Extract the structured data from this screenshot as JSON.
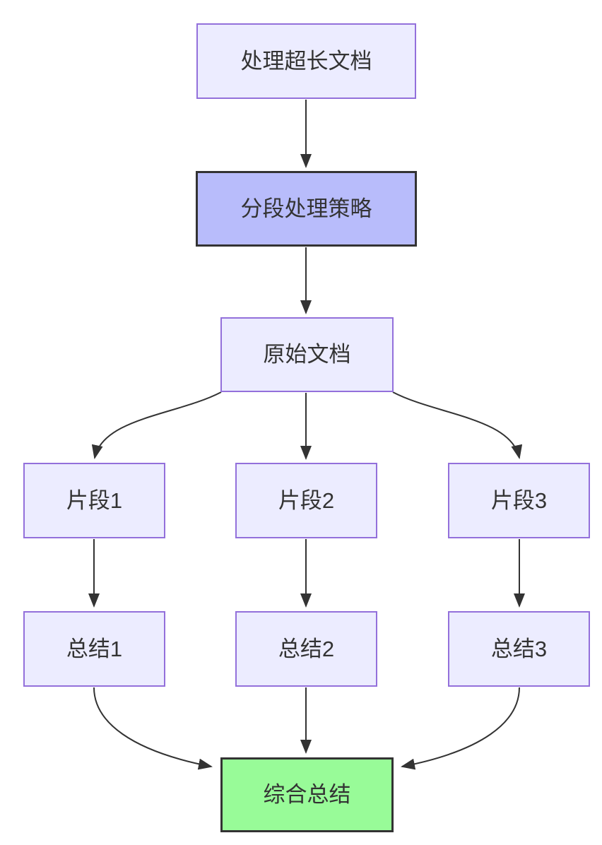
{
  "diagram": {
    "type": "flowchart",
    "direction": "top-to-bottom",
    "background_color": "#ffffff",
    "palette": {
      "default_node_fill": "#ECECFF",
      "default_node_border": "#9370DB",
      "strategy_node_fill": "#b8bcfb",
      "strategy_node_border": "#333333",
      "final_node_fill": "#98fb98",
      "final_node_border": "#333333",
      "edge_color": "#333333",
      "text_color": "#333333"
    },
    "nodes": [
      {
        "id": "A",
        "label": "处理超长文档",
        "style": "default"
      },
      {
        "id": "B",
        "label": "分段处理策略",
        "style": "highlight"
      },
      {
        "id": "C",
        "label": "原始文档",
        "style": "default"
      },
      {
        "id": "D1",
        "label": "片段1",
        "style": "default"
      },
      {
        "id": "D2",
        "label": "片段2",
        "style": "default"
      },
      {
        "id": "D3",
        "label": "片段3",
        "style": "default"
      },
      {
        "id": "E1",
        "label": "总结1",
        "style": "default"
      },
      {
        "id": "E2",
        "label": "总结2",
        "style": "default"
      },
      {
        "id": "E3",
        "label": "总结3",
        "style": "default"
      },
      {
        "id": "F",
        "label": "综合总结",
        "style": "result"
      }
    ],
    "edges": [
      {
        "from": "A",
        "to": "B"
      },
      {
        "from": "B",
        "to": "C"
      },
      {
        "from": "C",
        "to": "D1"
      },
      {
        "from": "C",
        "to": "D2"
      },
      {
        "from": "C",
        "to": "D3"
      },
      {
        "from": "D1",
        "to": "E1"
      },
      {
        "from": "D2",
        "to": "E2"
      },
      {
        "from": "D3",
        "to": "E3"
      },
      {
        "from": "E1",
        "to": "F"
      },
      {
        "from": "E2",
        "to": "F"
      },
      {
        "from": "E3",
        "to": "F"
      }
    ]
  }
}
